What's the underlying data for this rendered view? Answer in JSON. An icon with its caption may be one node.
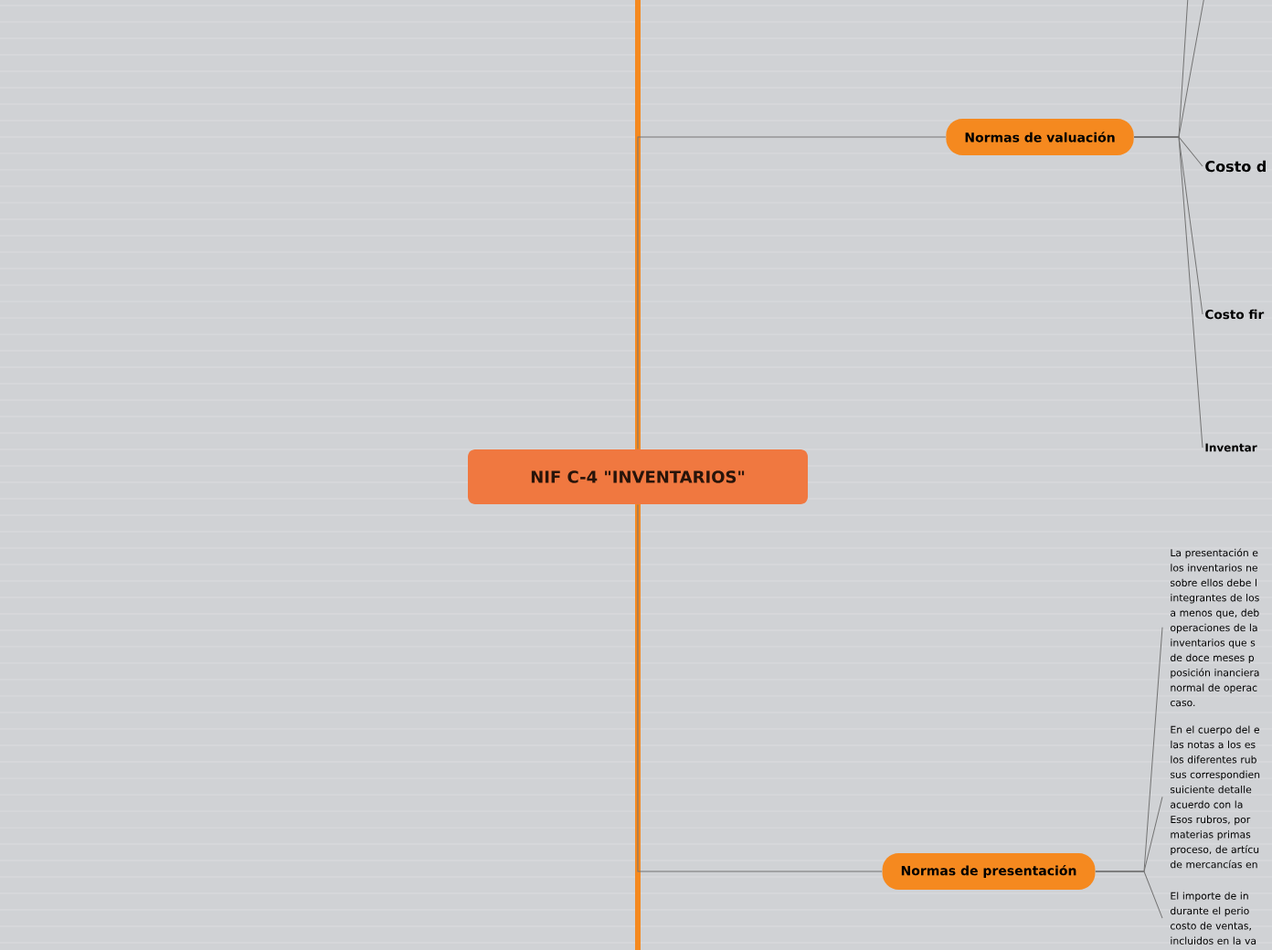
{
  "diagram": {
    "nodes": [
      {
        "text": [
          "NIF C-4 \"INVENTARIOS\""
        ]
      },
      {
        "text": [
          "Normas de valuación"
        ]
      },
      {
        "text": [
          "Costo d"
        ]
      },
      {
        "text": [
          "Costo fir"
        ]
      },
      {
        "text": [
          "Inventar"
        ]
      },
      {
        "text": [
          "Normas de presentación"
        ]
      },
      {
        "text": [
          "La presentación e los inventarios ne sobre ellos debe l integrantes de los a menos que, deb operaciones de la inventarios que s de doce meses p posición inanciera normal de operac caso."
        ]
      },
      {
        "text": [
          "En el cuerpo del e las notas a los es los diferentes rub sus correspondien suiciente detalle acuerdo con la Esos rubros, por materias primas proceso, de artícu de mercancías en"
        ]
      },
      {
        "text": [
          "El importe de in durante el perio costo de ventas, incluidos en la va"
        ]
      }
    ],
    "edges": [
      {
        "from": 0,
        "to": 1,
        "arrow": "none"
      },
      {
        "from": 0,
        "to": 5,
        "arrow": "none"
      },
      {
        "from": 1,
        "to": 2,
        "arrow": "none"
      },
      {
        "from": 1,
        "to": 3,
        "arrow": "none"
      },
      {
        "from": 1,
        "to": 4,
        "arrow": "none"
      },
      {
        "from": 1,
        "to": null,
        "arrow": "none"
      },
      {
        "from": 1,
        "to": null,
        "arrow": "none"
      },
      {
        "from": 5,
        "to": 6,
        "arrow": "none"
      },
      {
        "from": 5,
        "to": 7,
        "arrow": "none"
      },
      {
        "from": 5,
        "to": 8,
        "arrow": "none"
      }
    ]
  }
}
